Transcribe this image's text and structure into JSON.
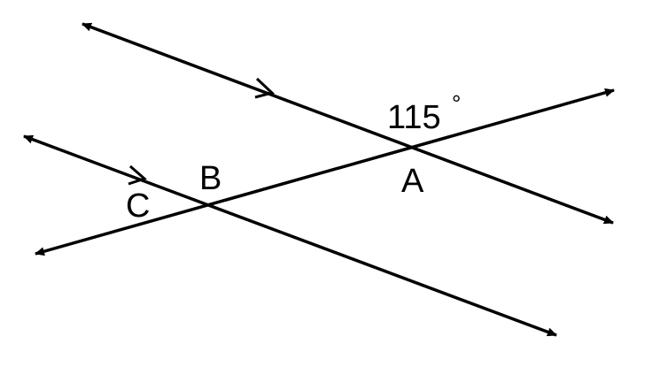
{
  "diagram": {
    "angle_label": "115",
    "degree_symbol": "°",
    "points": {
      "a": "A",
      "b": "B",
      "c": "C"
    },
    "line_color": "#000000",
    "lines": [
      {
        "name": "top-parallel-line",
        "ends": "both-arrows",
        "parallel_mark": true
      },
      {
        "name": "bottom-parallel-line",
        "ends": "both-arrows",
        "parallel_mark": true
      },
      {
        "name": "transversal-line",
        "ends": "both-arrows",
        "parallel_mark": false
      }
    ]
  }
}
